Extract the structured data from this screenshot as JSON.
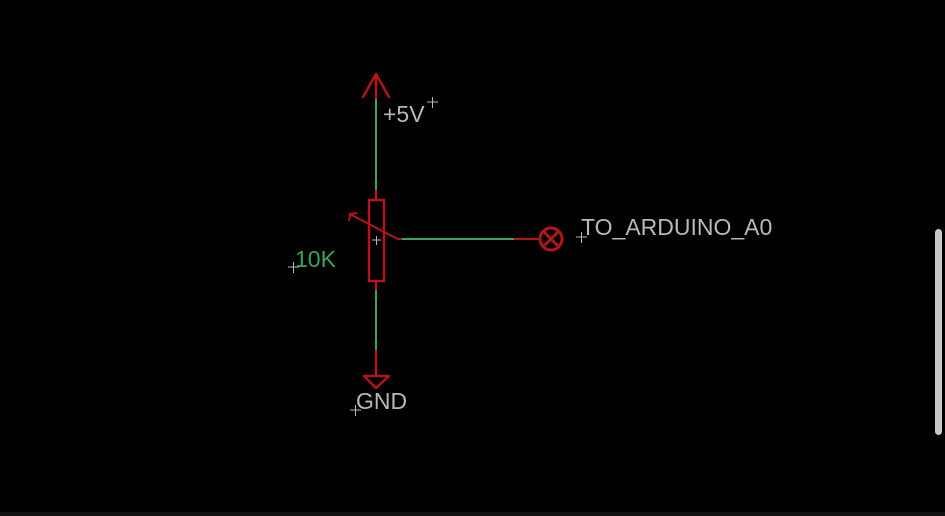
{
  "colors": {
    "background": "#000000",
    "symbol": "#b0151a",
    "net_wire": "#3aa35c",
    "name_text": "#b8b8b8",
    "value_text": "#3aa35c",
    "origin_cross": "#b8b8b8"
  },
  "schematic": {
    "supply": {
      "label": "+5V",
      "icon": "supply-arrow-icon"
    },
    "ground": {
      "label": "GND",
      "icon": "ground-triangle-icon"
    },
    "potentiometer": {
      "value": "10K",
      "icon": "potentiometer-icon"
    },
    "output": {
      "label": "TO_ARDUINO_A0",
      "icon": "output-pad-x-icon"
    }
  },
  "scrollbar": {
    "visible": true
  }
}
